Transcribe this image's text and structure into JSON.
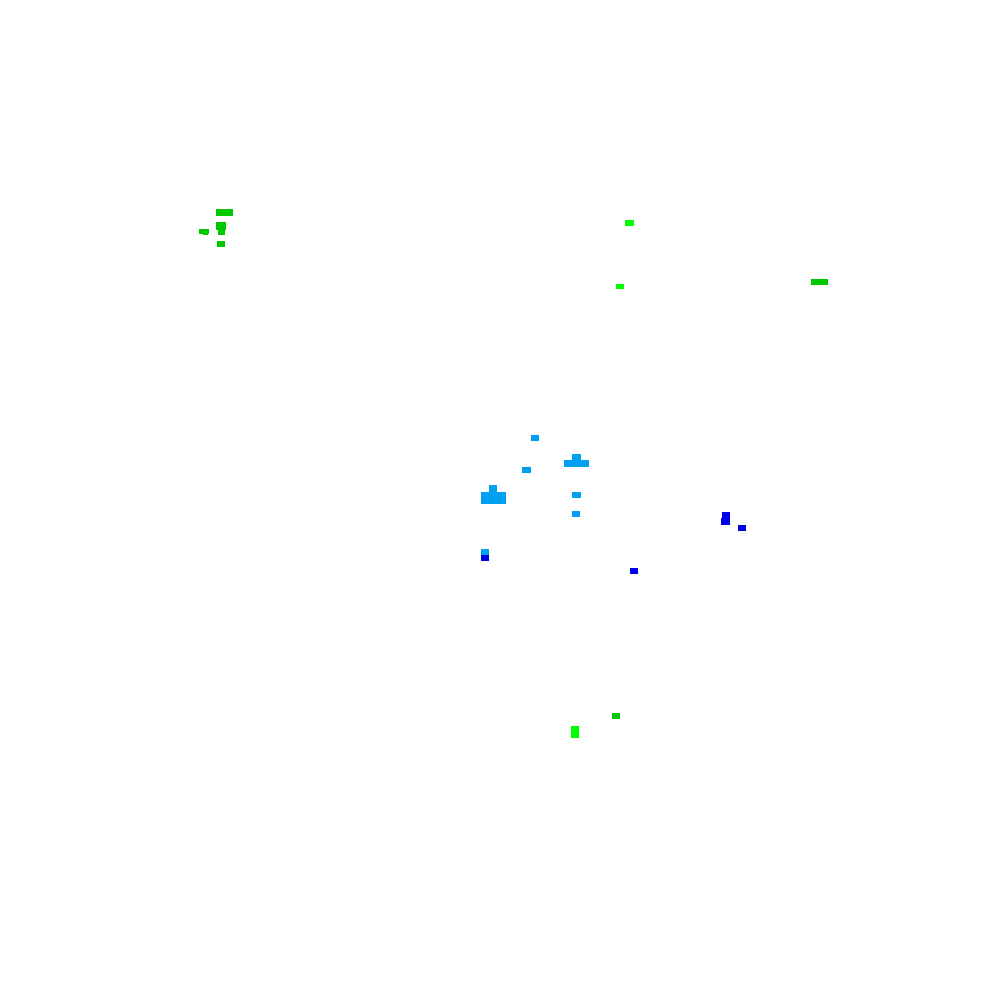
{
  "colors": {
    "background": "#ffffff",
    "dark_green": "#00c800",
    "bright_green": "#00ff00",
    "light_blue": "#00a0f0",
    "blue": "#0000e6"
  },
  "blob_groups": [
    {
      "name": "dark-green",
      "color_key": "dark_green"
    },
    {
      "name": "bright-green",
      "color_key": "bright_green"
    },
    {
      "name": "light-blue",
      "color_key": "light_blue"
    },
    {
      "name": "blue",
      "color_key": "blue"
    }
  ]
}
